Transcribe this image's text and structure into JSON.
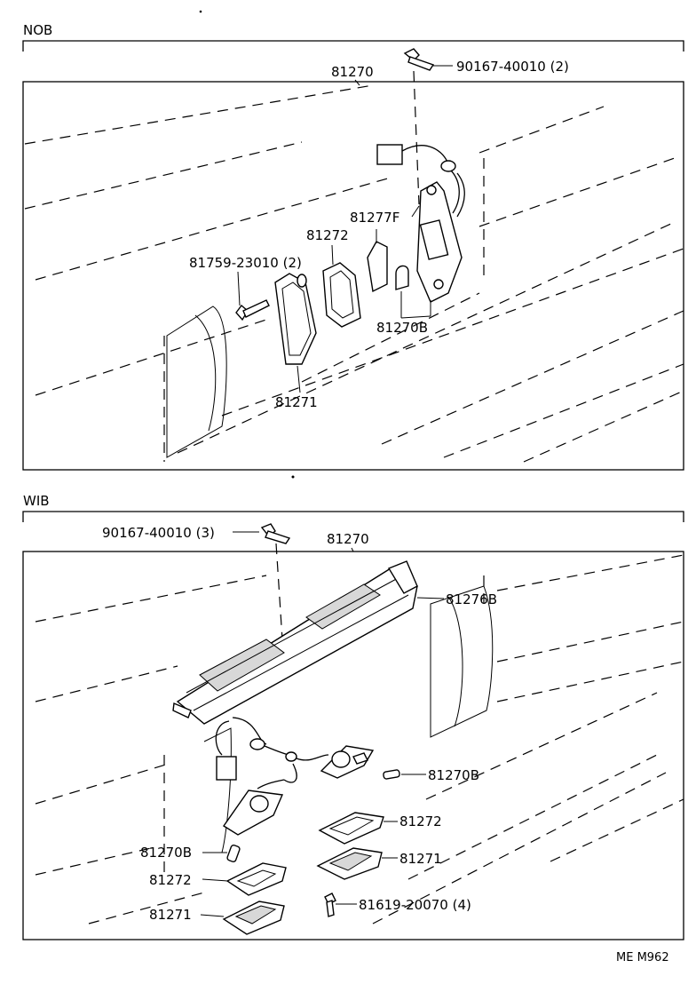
{
  "sections": [
    {
      "title": "NOB",
      "labels": {
        "screw": "90167-40010 (2)",
        "assembly": "81270",
        "gasket_f": "81277F",
        "gasket": "81272",
        "bolt": "81759-23010 (2)",
        "bulb": "81270B",
        "lens": "81271"
      }
    },
    {
      "title": "WIB",
      "labels": {
        "screw": "90167-40010 (3)",
        "assembly": "81270",
        "bracket": "81276B",
        "bulb_right": "81270B",
        "gasket_right": "81272",
        "bulb_left": "81270B",
        "lens_right": "81271",
        "gasket_left": "81272",
        "bolt": "81619-20070 (4)",
        "lens_left": "81271"
      }
    }
  ],
  "footer": "ME  M962"
}
